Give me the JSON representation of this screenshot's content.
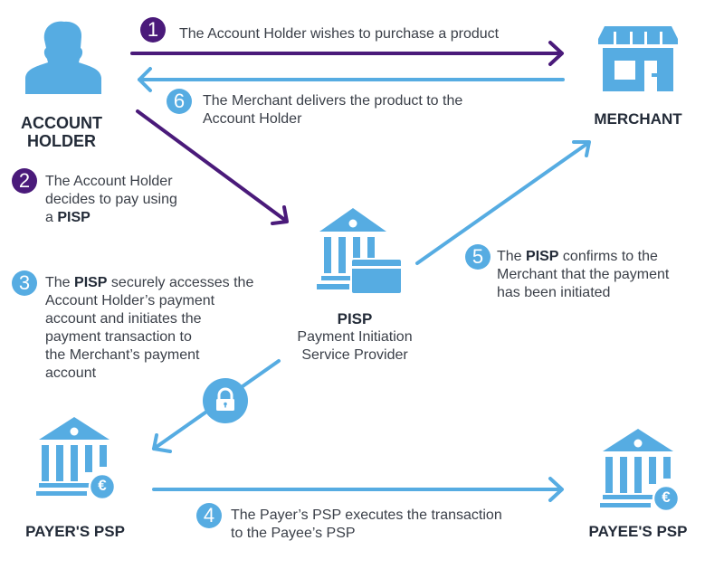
{
  "colors": {
    "purple": "#4a1a7a",
    "blue": "#56ace2",
    "text": "#3a3f48",
    "heading": "#232b38"
  },
  "nodes": {
    "account_holder": {
      "icon": "user-icon",
      "label_line1": "ACCOUNT",
      "label_line2": "HOLDER"
    },
    "merchant": {
      "icon": "store-icon",
      "label": "MERCHANT"
    },
    "pisp": {
      "icon": "bank-card-icon",
      "label": "PISP",
      "sub1": "Payment Initiation",
      "sub2": "Service Provider"
    },
    "payer_psp": {
      "icon": "bank-euro-icon",
      "label": "PAYER'S PSP",
      "badge": "€"
    },
    "payee_psp": {
      "icon": "bank-euro-icon",
      "label": "PAYEE'S PSP",
      "badge": "€"
    }
  },
  "steps": [
    {
      "num": "1",
      "text": "The Account Holder wishes to purchase a product"
    },
    {
      "num": "2",
      "line1": "The Account Holder",
      "line2": "decides to pay using",
      "line3_pre": "a ",
      "line3_bold": "PISP"
    },
    {
      "num": "3",
      "line1_pre": "The ",
      "line1_bold": "PISP",
      "line1_post": " securely accesses the",
      "line2": "Account Holder’s payment",
      "line3": "account and initiates the",
      "line4": "payment transaction to",
      "line5": "the Merchant’s payment",
      "line6": "account"
    },
    {
      "num": "4",
      "line1": "The Payer’s PSP executes the transaction",
      "line2": "to the Payee’s PSP"
    },
    {
      "num": "5",
      "line1_pre": "The ",
      "line1_bold": "PISP",
      "line1_post": " confirms to the",
      "line2": "Merchant that the payment",
      "line3": "has been initiated"
    },
    {
      "num": "6",
      "line1": "The Merchant delivers the product to the",
      "line2": "Account Holder"
    }
  ],
  "lock": {
    "icon": "lock-icon"
  }
}
